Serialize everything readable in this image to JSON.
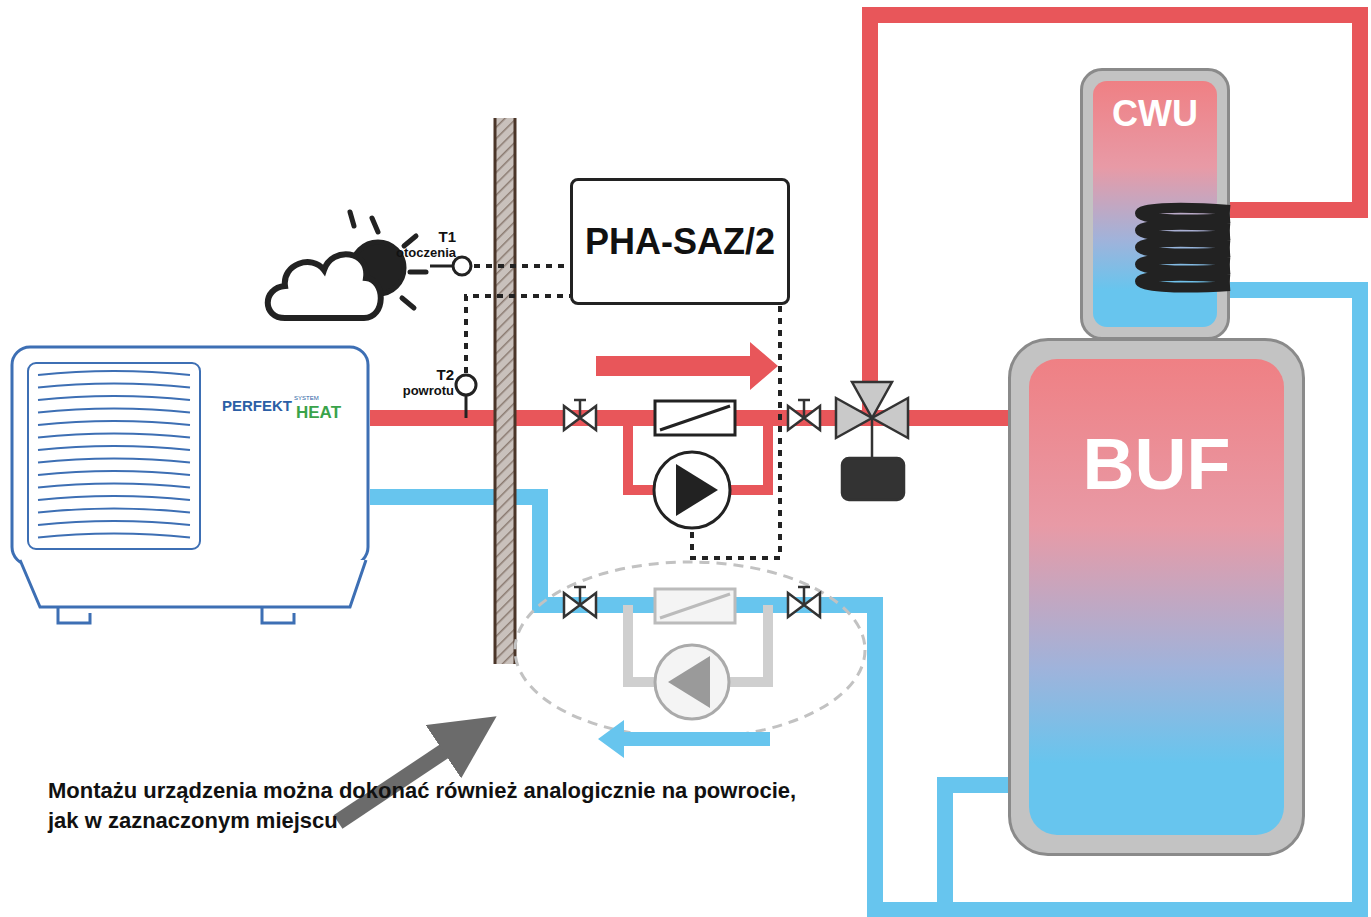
{
  "diagram": {
    "nodes": [
      {
        "text": [
          "PHA-SAZ/2"
        ]
      },
      {
        "text": [
          "CWU"
        ]
      },
      {
        "text": [
          "PERFEKT",
          "SYSTEM",
          "HEAT"
        ]
      },
      {
        "text": [
          "BUF"
        ]
      }
    ],
    "edges": [
      {
        "from": 2,
        "to": 1,
        "arrow": "none"
      },
      {
        "from": 2,
        "to": 3,
        "arrow": "none"
      },
      {
        "from": 1,
        "to": 2,
        "arrow": "none"
      },
      {
        "from": 3,
        "to": 2,
        "arrow": "none"
      }
    ],
    "labels": [
      "T1",
      "otoczenia",
      "T2",
      "powrotu",
      "Montażu urządzenia można dokonać również analogicznie na powrocie, jak w zaznaczonym miejscu"
    ]
  }
}
